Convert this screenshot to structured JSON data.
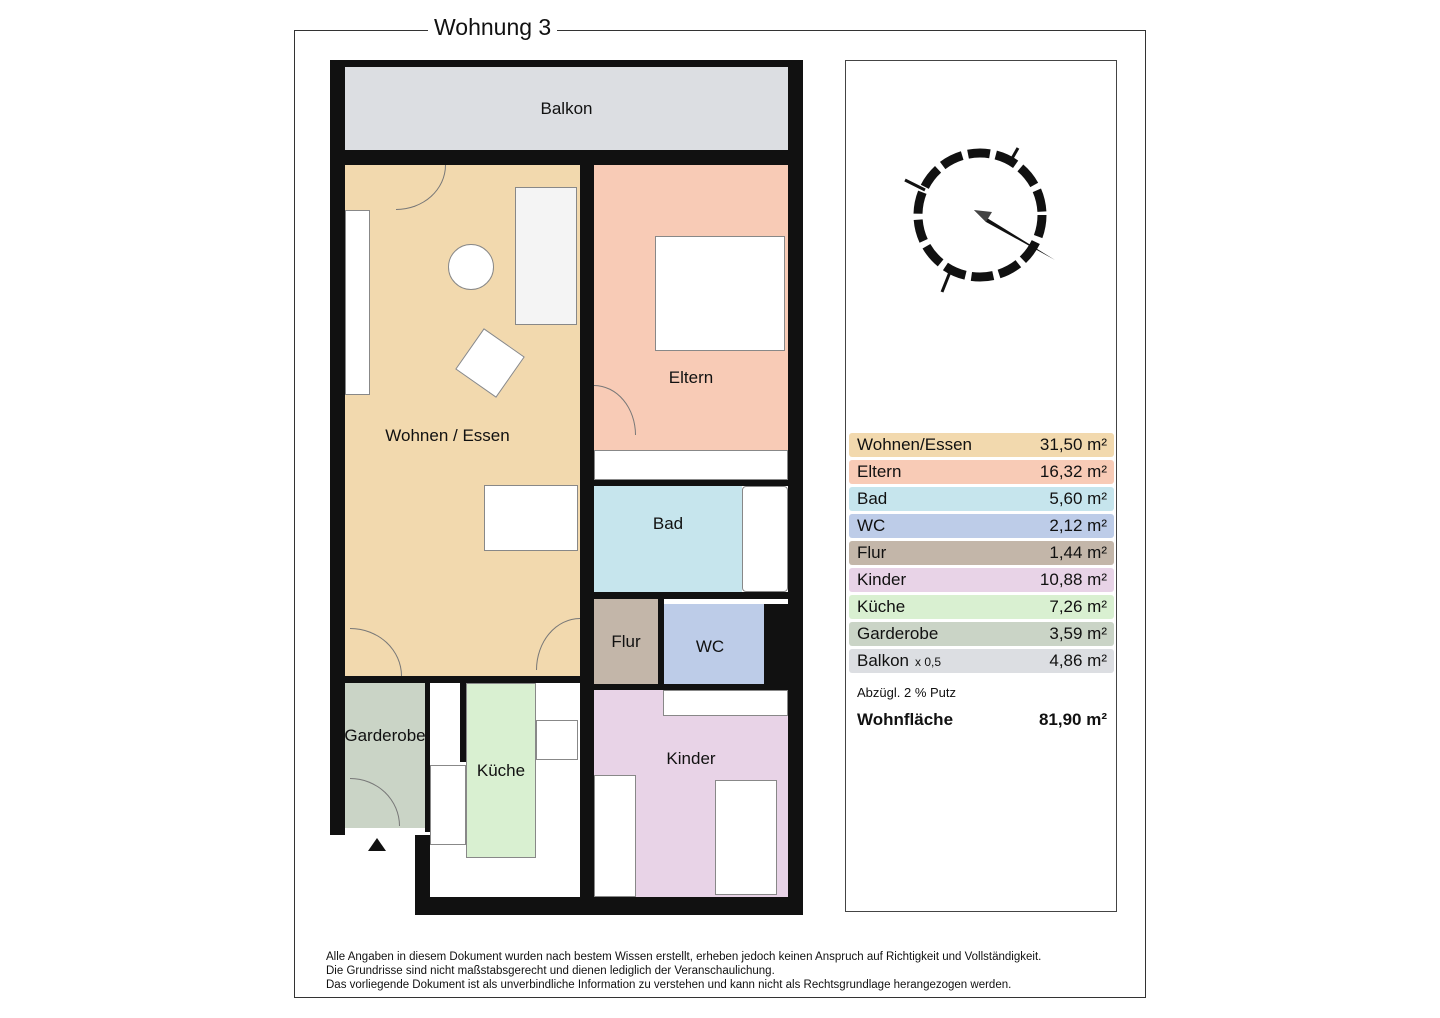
{
  "title": "Wohnung 3",
  "rooms": {
    "balkon": "Balkon",
    "wohnen": "Wohnen / Essen",
    "eltern": "Eltern",
    "bad": "Bad",
    "flur": "Flur",
    "wc": "WC",
    "kinder": "Kinder",
    "kueche": "Küche",
    "garderobe": "Garderobe"
  },
  "colors": {
    "wohnen": "#f2d9ae",
    "eltern": "#f8cbb6",
    "bad": "#c6e5ed",
    "wc": "#bdcce8",
    "flur": "#c3b6a9",
    "kinder": "#e8d3e7",
    "kueche": "#d9f0d1",
    "garderobe": "#cad4c6",
    "balkon": "#dcdee2"
  },
  "compass": {
    "icon": "compass-north-arrow-icon",
    "direction": "N"
  },
  "legend": {
    "rows": [
      {
        "name": "Wohnen/Essen",
        "area": "31,50 m²"
      },
      {
        "name": "Eltern",
        "area": "16,32 m²"
      },
      {
        "name": "Bad",
        "area": "5,60 m²"
      },
      {
        "name": "WC",
        "area": "2,12 m²"
      },
      {
        "name": "Flur",
        "area": "1,44 m²"
      },
      {
        "name": "Kinder",
        "area": "10,88 m²"
      },
      {
        "name": "Küche",
        "area": "7,26 m²"
      },
      {
        "name": "Garderobe",
        "area": "3,59 m²"
      },
      {
        "name": "Balkon",
        "factor": "x 0,5",
        "area": "4,86 m²"
      }
    ],
    "deduction": "Abzügl. 2 % Putz",
    "total_label": "Wohnfläche",
    "total_value": "81,90 m²"
  },
  "footer": [
    "Alle Angaben in diesem Dokument wurden nach bestem Wissen erstellt, erheben jedoch keinen Anspruch auf Richtigkeit und Vollständigkeit.",
    "Die Grundrisse sind nicht maßstabsgerecht und dienen lediglich der Veranschaulichung.",
    "Das vorliegende Dokument ist als unverbindliche Information zu verstehen und kann nicht als Rechtsgrundlage herangezogen werden."
  ]
}
